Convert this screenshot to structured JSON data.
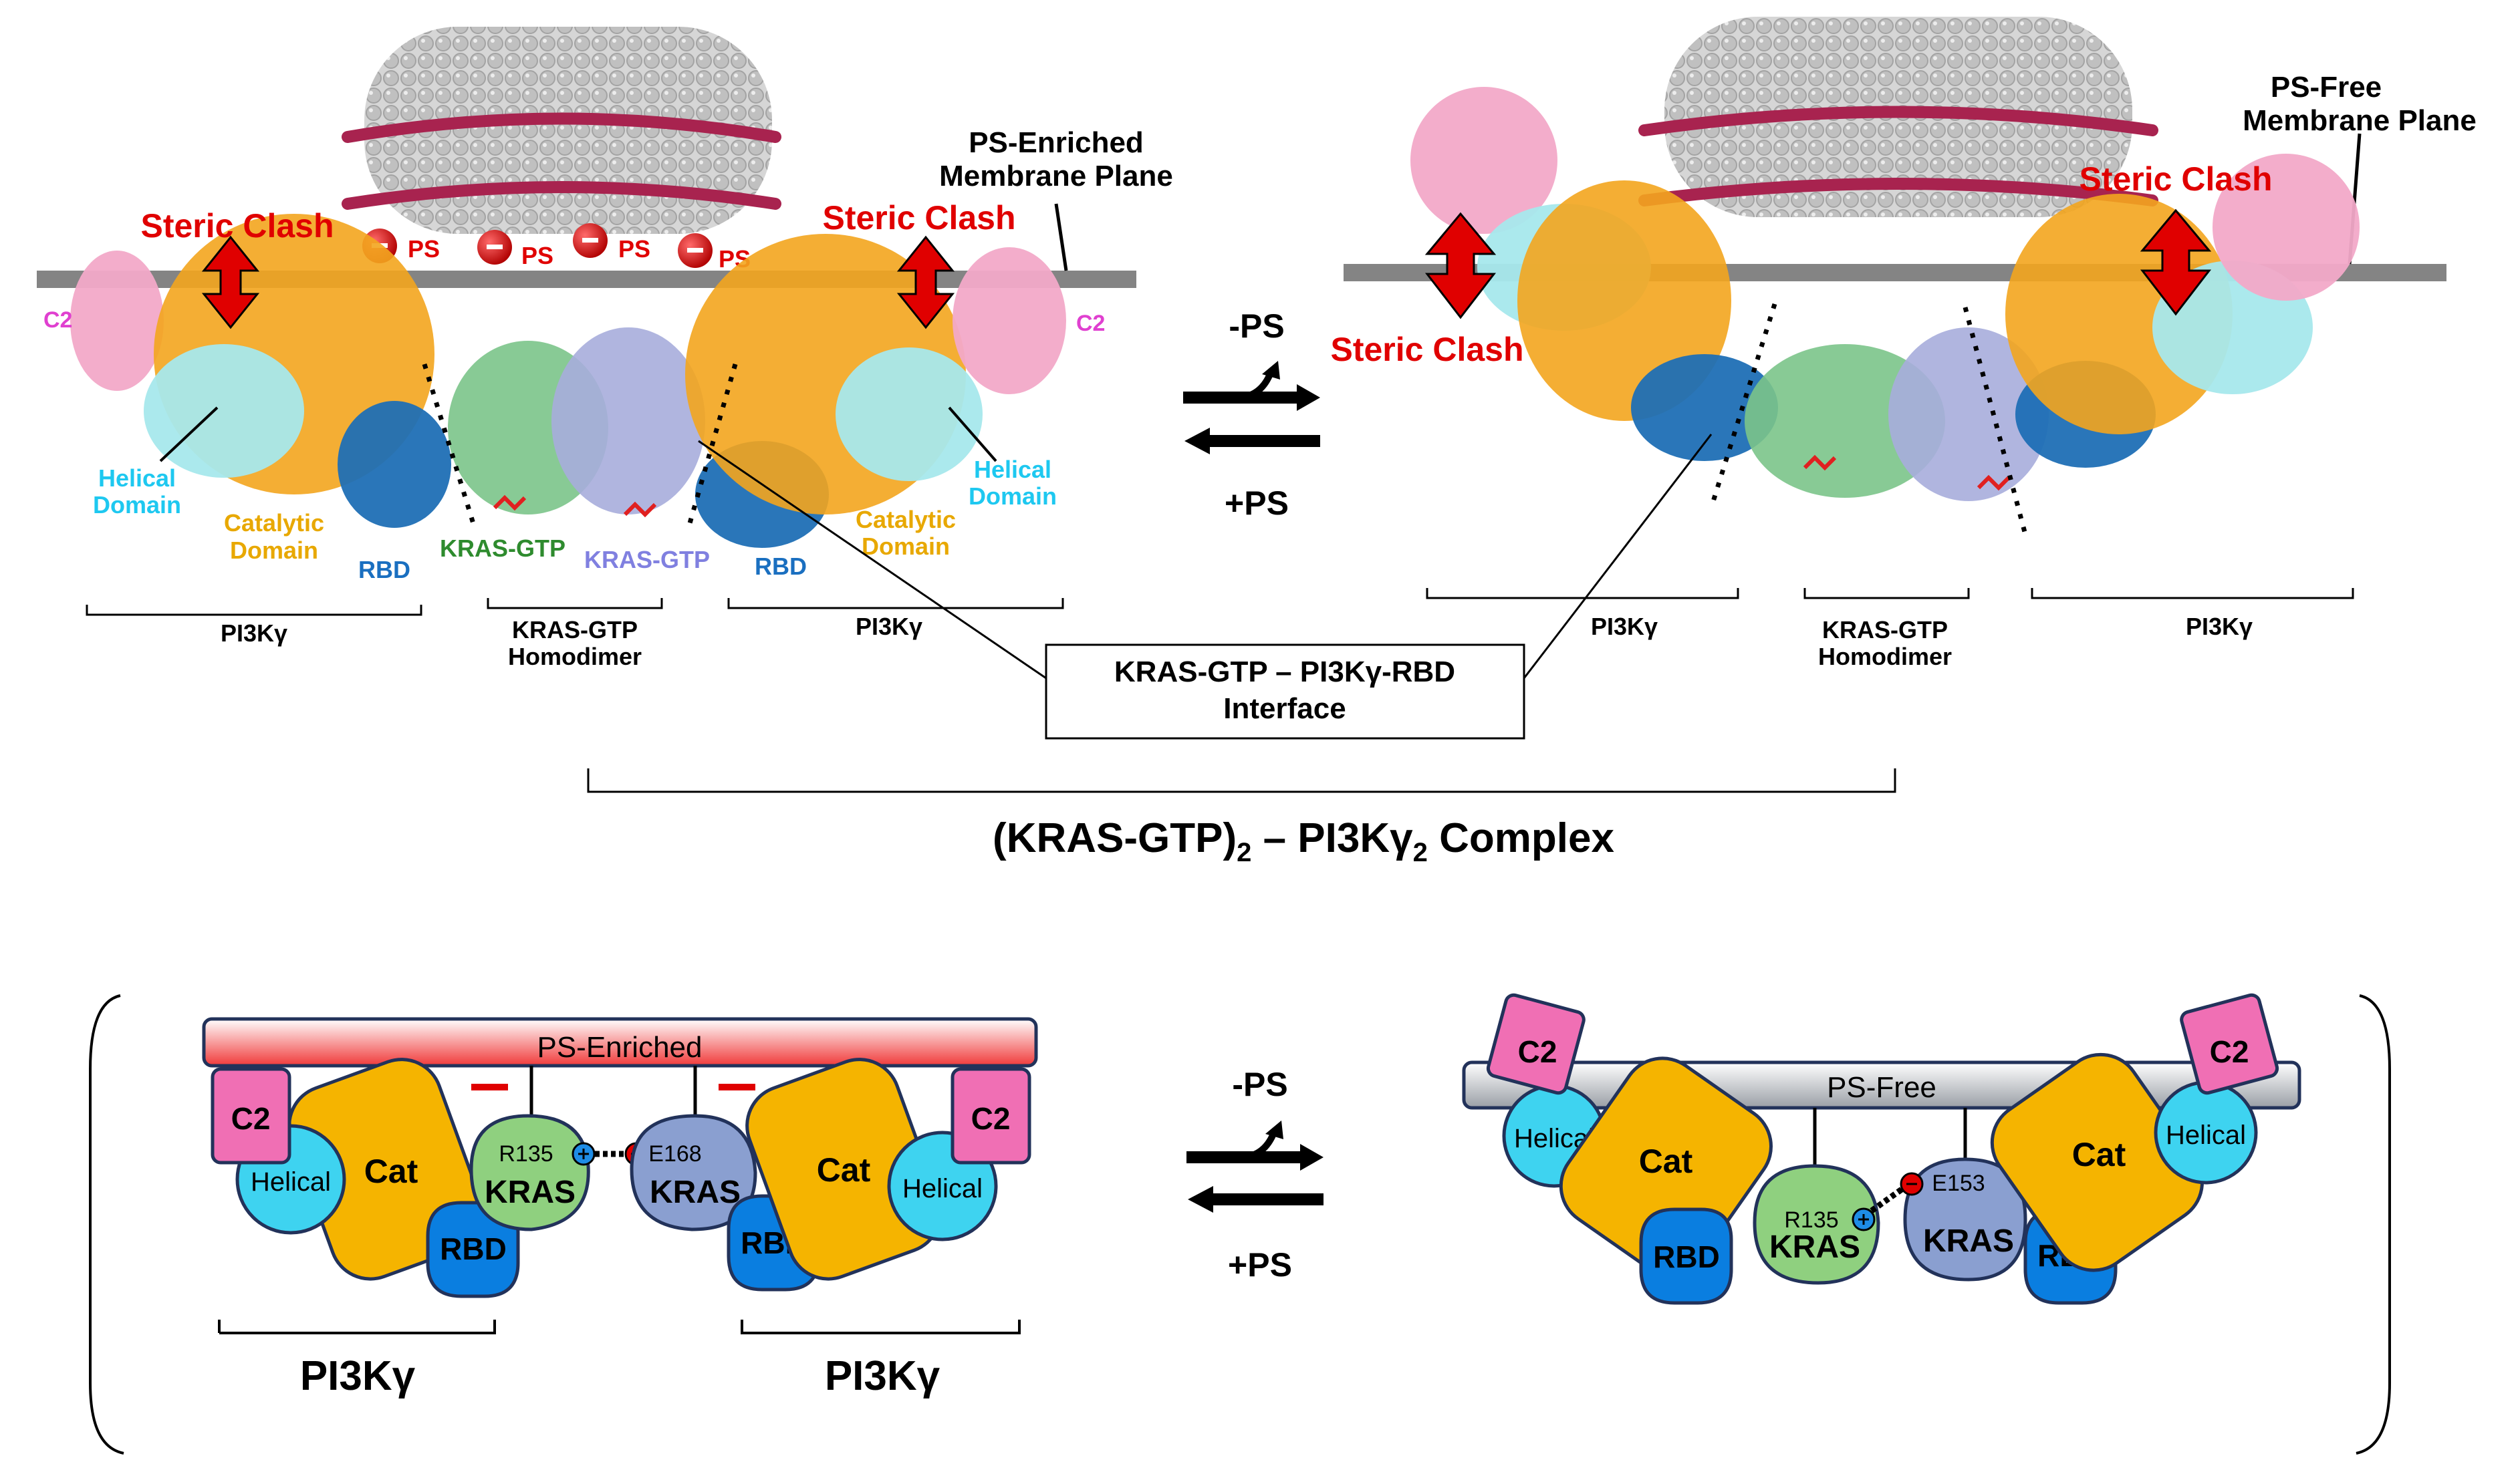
{
  "top": {
    "left": {
      "membrane_label_line1": "PS-Enriched",
      "membrane_label_line2": "Membrane Plane",
      "steric_clash_left": "Steric Clash",
      "steric_clash_right": "Steric Clash",
      "ps_charges": [
        "PS",
        "PS",
        "PS",
        "PS"
      ],
      "c2_left": "C2",
      "c2_right": "C2",
      "helical_left_line1": "Helical",
      "helical_left_line2": "Domain",
      "helical_right_line1": "Helical",
      "helical_right_line2": "Domain",
      "catalytic_left_line1": "Catalytic",
      "catalytic_left_line2": "Domain",
      "catalytic_right_line1": "Catalytic",
      "catalytic_right_line2": "Domain",
      "rbd_left": "RBD",
      "rbd_right": "RBD",
      "kras_gtp_green": "KRAS-GTP",
      "kras_gtp_purple": "KRAS-GTP",
      "pi3k_left": "PI3Kγ",
      "pi3k_right": "PI3Kγ",
      "homodimer_line1": "KRAS-GTP",
      "homodimer_line2": "Homodimer"
    },
    "equilibrium": {
      "minus_ps": "-PS",
      "plus_ps": "+PS"
    },
    "right": {
      "membrane_label_line1": "PS-Free",
      "membrane_label_line2": "Membrane Plane",
      "steric_clash_left": "Steric Clash",
      "steric_clash_right": "Steric Clash",
      "pi3k_left": "PI3Kγ",
      "pi3k_right": "PI3Kγ",
      "homodimer_line1": "KRAS-GTP",
      "homodimer_line2": "Homodimer"
    },
    "interface_box_line1": "KRAS-GTP – PI3Kγ-RBD",
    "interface_box_line2": "Interface",
    "complex_label_prefix": "(KRAS-GTP)",
    "complex_label_sub1": "2",
    "complex_label_mid": " – PI3Kγ",
    "complex_label_sub2": "2",
    "complex_label_suffix": " Complex"
  },
  "bottom": {
    "left": {
      "membrane": "PS-Enriched",
      "c2_left": "C2",
      "c2_right": "C2",
      "helical_left": "Helical",
      "helical_right": "Helical",
      "cat_left": "Cat",
      "cat_right": "Cat",
      "rbd_left": "RBD",
      "rbd_right": "RBD",
      "kras_left": "KRAS",
      "kras_right": "KRAS",
      "r135": "R135",
      "e168": "E168",
      "pi3k_left": "PI3Kγ",
      "pi3k_right": "PI3Kγ"
    },
    "equilibrium": {
      "minus_ps": "-PS",
      "plus_ps": "+PS"
    },
    "right": {
      "membrane": "PS-Free",
      "c2_left": "C2",
      "c2_right": "C2",
      "helical_left": "Helical",
      "helical_right": "Helical",
      "cat_left": "Cat",
      "cat_right": "Cat",
      "rbd_left": "RBD",
      "rbd_right": "RBD",
      "kras_left": "KRAS",
      "kras_right": "KRAS",
      "r135": "R135",
      "e153": "E153"
    }
  },
  "colors": {
    "c2": "#f06fb4",
    "helical": "#3ed3f0",
    "catalytic": "#f5b400",
    "rbd": "#0a7ee0",
    "kras_green": "#8fd07f",
    "kras_purple": "#8a9fd0",
    "steric_red": "#e00000",
    "helical_label": "#1ec8f0",
    "catalytic_label": "#e8a800",
    "rbd_label": "#1a6fc0",
    "kras_green_label": "#2e8b2e",
    "kras_purple_label": "#8080e0",
    "c2_label": "#e040d0"
  }
}
